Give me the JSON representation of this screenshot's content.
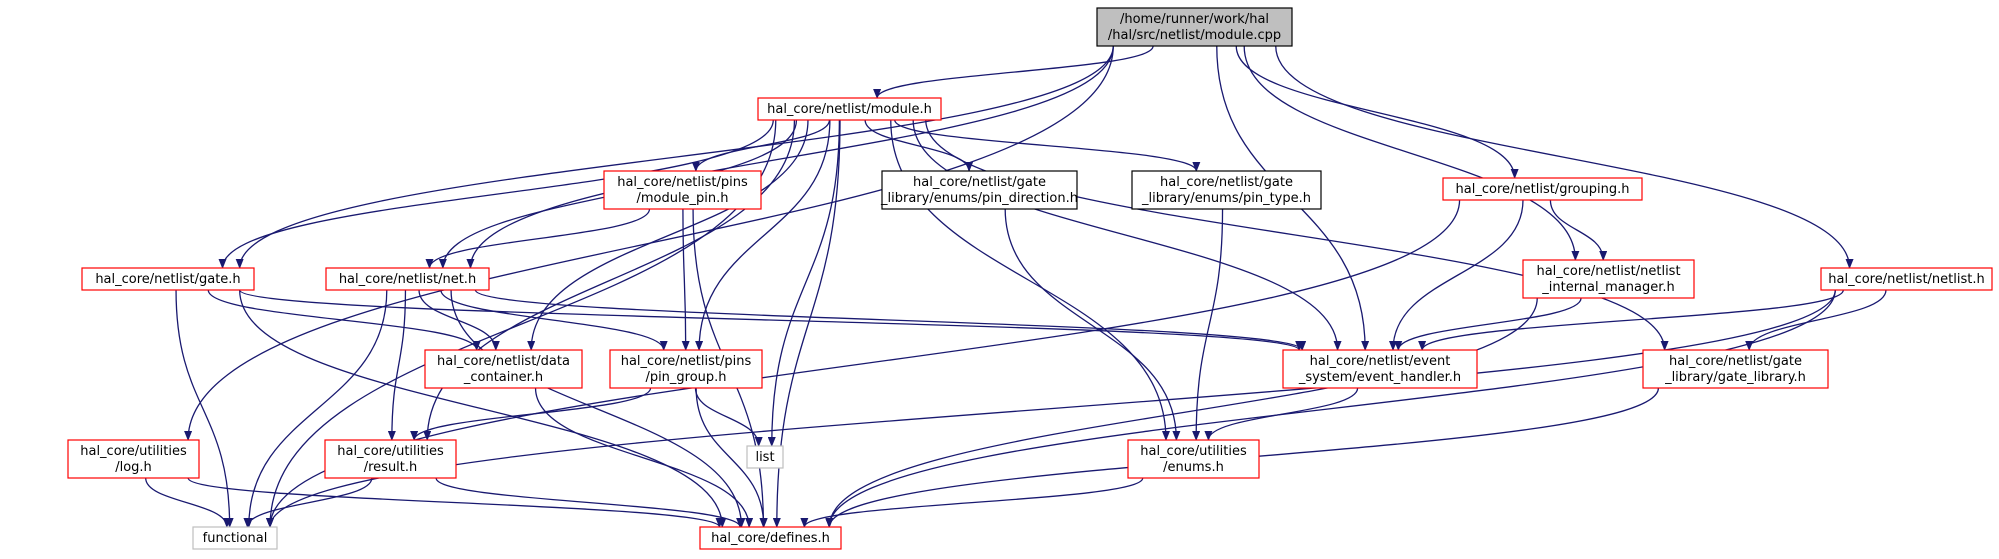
{
  "colors": {
    "edge": "#191970",
    "root_fill": "#bfbfbf",
    "border_red": "#ff0000",
    "border_black": "#000000",
    "border_gray": "#bfbfbf",
    "background": "#ffffff"
  },
  "nodes": [
    {
      "id": "root",
      "style": "root",
      "lines": [
        "/home/runner/work/hal",
        "/hal/src/netlist/module.cpp"
      ]
    },
    {
      "id": "module_h",
      "style": "red",
      "lines": [
        "hal_core/netlist/module.h"
      ]
    },
    {
      "id": "grouping_h",
      "style": "red",
      "lines": [
        "hal_core/netlist/grouping.h"
      ]
    },
    {
      "id": "netlist_h",
      "style": "red",
      "lines": [
        "hal_core/netlist/netlist.h"
      ]
    },
    {
      "id": "gate_h",
      "style": "red",
      "lines": [
        "hal_core/netlist/gate.h"
      ]
    },
    {
      "id": "module_pin_h",
      "style": "red",
      "lines": [
        "hal_core/netlist/pins",
        "/module_pin.h"
      ]
    },
    {
      "id": "pin_direction_h",
      "style": "black",
      "lines": [
        "hal_core/netlist/gate",
        "_library/enums/pin_direction.h"
      ]
    },
    {
      "id": "pin_type_h",
      "style": "black",
      "lines": [
        "hal_core/netlist/gate",
        "_library/enums/pin_type.h"
      ]
    },
    {
      "id": "net_h",
      "style": "red",
      "lines": [
        "hal_core/netlist/net.h"
      ]
    },
    {
      "id": "internal_mgr_h",
      "style": "red",
      "lines": [
        "hal_core/netlist/netlist",
        "_internal_manager.h"
      ]
    },
    {
      "id": "data_container_h",
      "style": "red",
      "lines": [
        "hal_core/netlist/data",
        "_container.h"
      ]
    },
    {
      "id": "pin_group_h",
      "style": "red",
      "lines": [
        "hal_core/netlist/pins",
        "/pin_group.h"
      ]
    },
    {
      "id": "event_handler_h",
      "style": "red",
      "lines": [
        "hal_core/netlist/event",
        "_system/event_handler.h"
      ]
    },
    {
      "id": "gate_library_h",
      "style": "red",
      "lines": [
        "hal_core/netlist/gate",
        "_library/gate_library.h"
      ]
    },
    {
      "id": "log_h",
      "style": "red",
      "lines": [
        "hal_core/utilities",
        "/log.h"
      ]
    },
    {
      "id": "result_h",
      "style": "red",
      "lines": [
        "hal_core/utilities",
        "/result.h"
      ]
    },
    {
      "id": "list",
      "style": "gray",
      "lines": [
        "list"
      ]
    },
    {
      "id": "enums_h",
      "style": "red",
      "lines": [
        "hal_core/utilities",
        "/enums.h"
      ]
    },
    {
      "id": "functional",
      "style": "gray",
      "lines": [
        "functional"
      ]
    },
    {
      "id": "defines_h",
      "style": "red",
      "lines": [
        "hal_core/defines.h"
      ]
    }
  ],
  "edges": [
    [
      "root",
      "module_h"
    ],
    [
      "root",
      "grouping_h"
    ],
    [
      "root",
      "netlist_h"
    ],
    [
      "root",
      "gate_h"
    ],
    [
      "root",
      "net_h"
    ],
    [
      "root",
      "log_h"
    ],
    [
      "root",
      "internal_mgr_h"
    ],
    [
      "root",
      "event_handler_h"
    ],
    [
      "module_h",
      "functional"
    ],
    [
      "module_h",
      "gate_h"
    ],
    [
      "module_h",
      "module_pin_h"
    ],
    [
      "module_h",
      "pin_direction_h"
    ],
    [
      "module_h",
      "pin_type_h"
    ],
    [
      "module_h",
      "net_h"
    ],
    [
      "module_h",
      "data_container_h"
    ],
    [
      "module_h",
      "pin_group_h"
    ],
    [
      "module_h",
      "result_h"
    ],
    [
      "module_h",
      "list"
    ],
    [
      "module_h",
      "defines_h"
    ],
    [
      "module_h",
      "enums_h"
    ],
    [
      "module_h",
      "event_handler_h"
    ],
    [
      "module_h",
      "gate_library_h"
    ],
    [
      "grouping_h",
      "internal_mgr_h"
    ],
    [
      "grouping_h",
      "event_handler_h"
    ],
    [
      "grouping_h",
      "functional"
    ],
    [
      "netlist_h",
      "event_handler_h"
    ],
    [
      "netlist_h",
      "gate_library_h"
    ],
    [
      "netlist_h",
      "functional"
    ],
    [
      "netlist_h",
      "defines_h"
    ],
    [
      "gate_h",
      "data_container_h"
    ],
    [
      "gate_h",
      "event_handler_h"
    ],
    [
      "gate_h",
      "functional"
    ],
    [
      "gate_h",
      "defines_h"
    ],
    [
      "module_pin_h",
      "net_h"
    ],
    [
      "module_pin_h",
      "pin_group_h"
    ],
    [
      "module_pin_h",
      "defines_h"
    ],
    [
      "pin_direction_h",
      "enums_h"
    ],
    [
      "pin_type_h",
      "enums_h"
    ],
    [
      "net_h",
      "data_container_h"
    ],
    [
      "net_h",
      "pin_group_h"
    ],
    [
      "net_h",
      "event_handler_h"
    ],
    [
      "net_h",
      "result_h"
    ],
    [
      "net_h",
      "functional"
    ],
    [
      "net_h",
      "defines_h"
    ],
    [
      "internal_mgr_h",
      "event_handler_h"
    ],
    [
      "internal_mgr_h",
      "defines_h"
    ],
    [
      "data_container_h",
      "defines_h"
    ],
    [
      "pin_group_h",
      "result_h"
    ],
    [
      "pin_group_h",
      "list"
    ],
    [
      "pin_group_h",
      "defines_h"
    ],
    [
      "event_handler_h",
      "enums_h"
    ],
    [
      "gate_library_h",
      "defines_h"
    ],
    [
      "log_h",
      "functional"
    ],
    [
      "log_h",
      "defines_h"
    ],
    [
      "result_h",
      "functional"
    ],
    [
      "result_h",
      "defines_h"
    ],
    [
      "enums_h",
      "defines_h"
    ]
  ]
}
